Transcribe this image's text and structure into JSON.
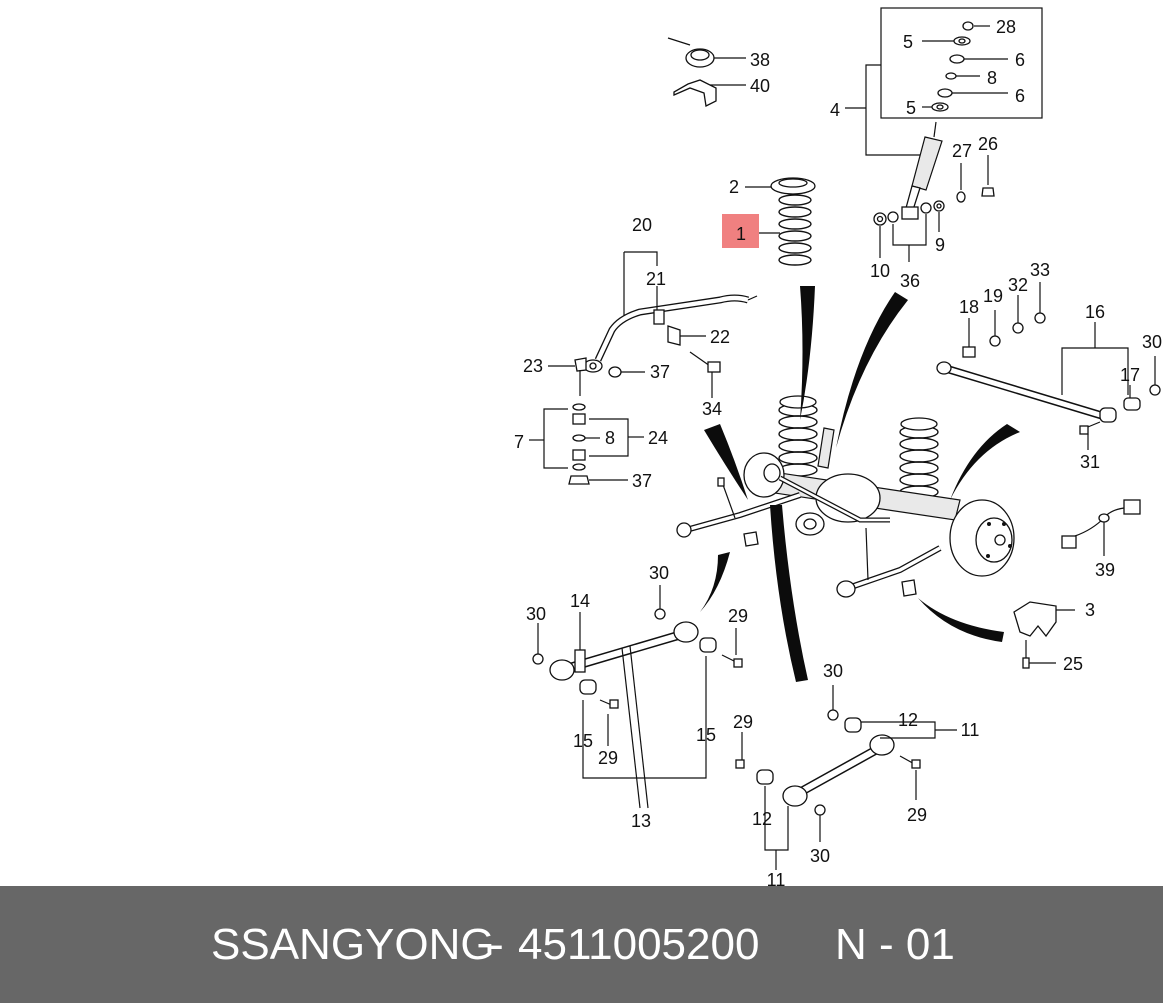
{
  "footer": {
    "brand": "SSANGYONG",
    "separator": "-",
    "part_number": "4511005200",
    "code": "N - 01"
  },
  "highlight": {
    "label": "1",
    "color": "#f08080"
  },
  "colors": {
    "footer_bg": "#676767",
    "footer_text": "#ffffff",
    "ink": "#111111"
  },
  "callouts": [
    "1",
    "2",
    "3",
    "4",
    "5",
    "5",
    "6",
    "6",
    "7",
    "8",
    "8",
    "9",
    "10",
    "11",
    "11",
    "12",
    "12",
    "13",
    "14",
    "15",
    "15",
    "16",
    "17",
    "18",
    "19",
    "20",
    "21",
    "22",
    "23",
    "24",
    "25",
    "26",
    "27",
    "28",
    "29",
    "29",
    "29",
    "29",
    "30",
    "30",
    "30",
    "30",
    "30",
    "31",
    "32",
    "33",
    "34",
    "36",
    "37",
    "37",
    "38",
    "39",
    "40"
  ]
}
